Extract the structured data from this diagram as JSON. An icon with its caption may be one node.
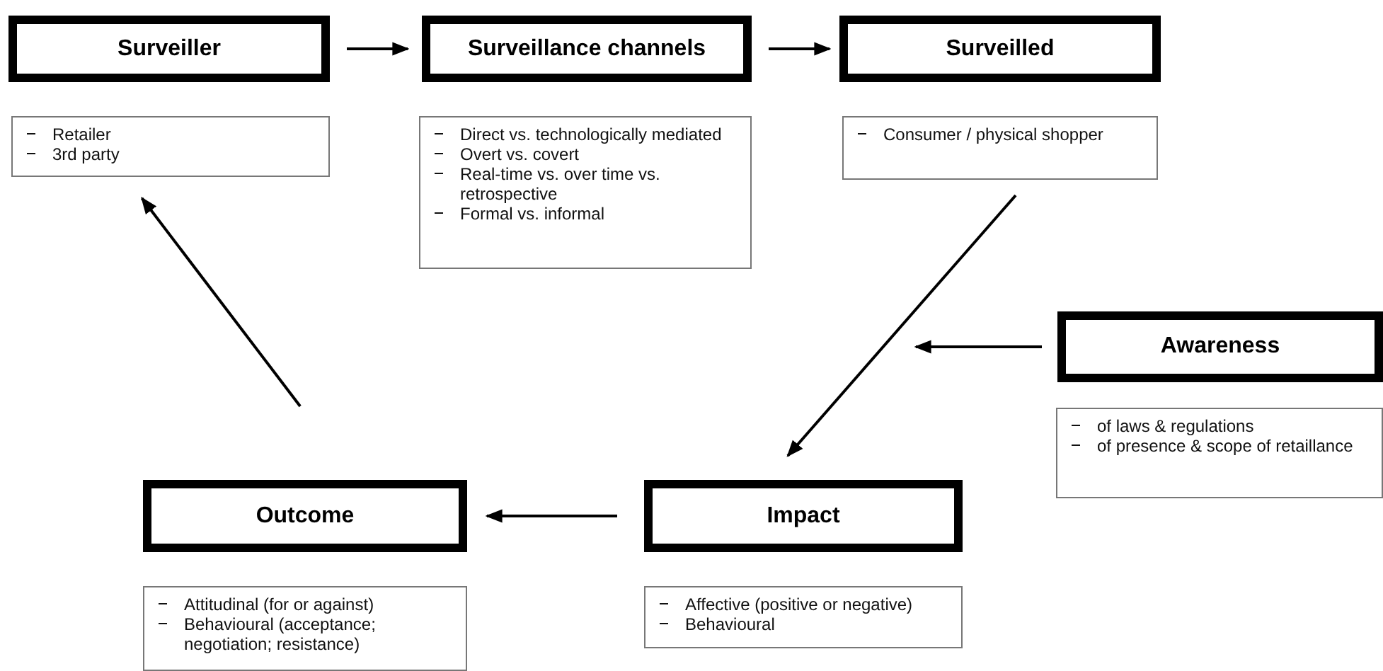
{
  "diagram": {
    "nodes": [
      {
        "text": [
          "Surveiller"
        ]
      },
      {
        "text": [
          "Retailer",
          "3rd party"
        ]
      },
      {
        "text": [
          "Surveillance channels"
        ]
      },
      {
        "text": [
          "Direct vs. technologically mediated",
          "Overt vs. covert",
          "Real-time vs. over time vs. retrospective",
          "Formal vs. informal"
        ]
      },
      {
        "text": [
          "Surveilled"
        ]
      },
      {
        "text": [
          "Consumer / physical shopper"
        ]
      },
      {
        "text": [
          "Awareness"
        ]
      },
      {
        "text": [
          "of laws & regulations",
          "of presence & scope of retaillance"
        ]
      },
      {
        "text": [
          "Outcome"
        ]
      },
      {
        "text": [
          "Attitudinal (for or against)",
          "Behavioural (acceptance; negotiation; resistance)"
        ]
      },
      {
        "text": [
          "Impact"
        ]
      },
      {
        "text": [
          "Affective (positive or negative)",
          "Behavioural"
        ]
      }
    ],
    "edges": [
      {
        "from": 0,
        "to": 2,
        "arrow": "to"
      },
      {
        "from": 2,
        "to": 4,
        "arrow": "to"
      },
      {
        "from": 5,
        "to": 10,
        "arrow": "to"
      },
      {
        "from": 6,
        "to": null,
        "arrow": "to"
      },
      {
        "from": 10,
        "to": 8,
        "arrow": "to"
      },
      {
        "from": 8,
        "to": 1,
        "arrow": "to"
      }
    ]
  }
}
